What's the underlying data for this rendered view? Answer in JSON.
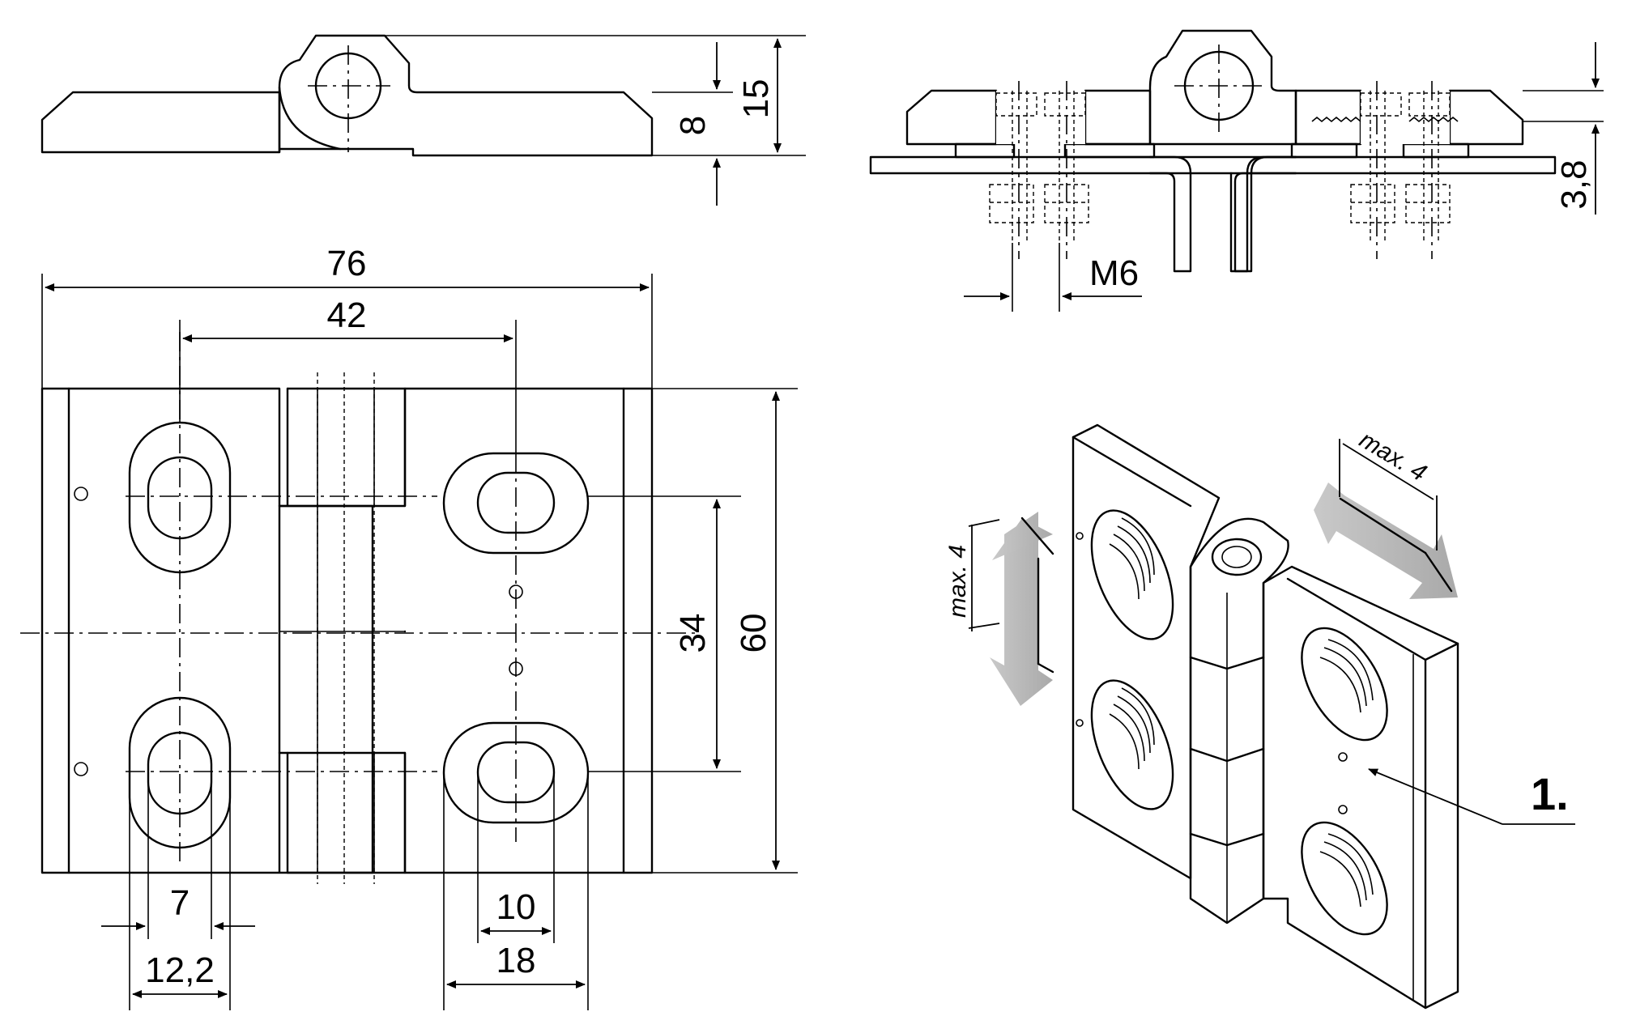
{
  "side_view": {
    "dim_overall_height": "15",
    "dim_plate_height": "8"
  },
  "top_view": {
    "dim_overall_width": "76",
    "dim_hole_spacing_x": "42",
    "dim_hole_spacing_y": "34",
    "dim_overall_height": "60",
    "dim_slot_width_inner": "7",
    "dim_slot_width_outer": "12,2",
    "dim_slot_length_inner": "10",
    "dim_slot_length_outer": "18"
  },
  "section_view": {
    "dim_thread": "M6",
    "dim_thickness": "3,8"
  },
  "iso_view": {
    "adjust_vertical": "max. 4",
    "adjust_horizontal": "max. 4",
    "callout": "1."
  }
}
